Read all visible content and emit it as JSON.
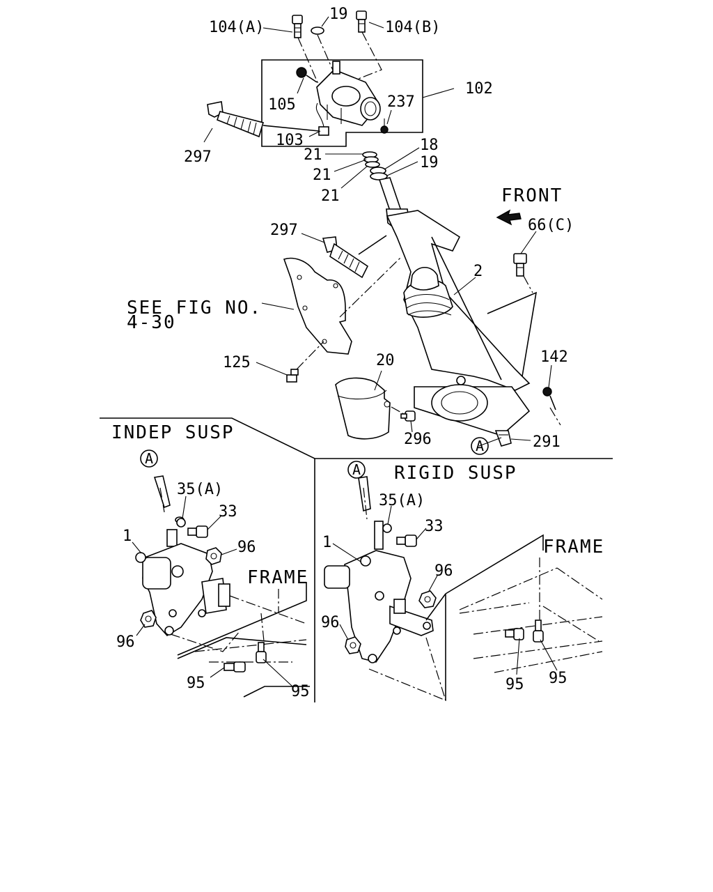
{
  "callouts": {
    "p104a": "104(A)",
    "p19_top": "19",
    "p104b": "104(B)",
    "p102": "102",
    "p105": "105",
    "p237": "237",
    "p103": "103",
    "p297_top": "297",
    "p21_a": "21",
    "p21_b": "21",
    "p21_c": "21",
    "p18": "18",
    "p19_mid": "19",
    "p297_mid": "297",
    "p66c": "66(C)",
    "p2": "2",
    "p125": "125",
    "p20": "20",
    "p142": "142",
    "p296": "296",
    "p291": "291",
    "indep_p1": "1",
    "indep_p35a": "35(A)",
    "indep_p33": "33",
    "indep_p96a": "96",
    "indep_p96b": "96",
    "indep_p95a": "95",
    "indep_p95b": "95",
    "rigid_p1": "1",
    "rigid_p35a": "35(A)",
    "rigid_p33": "33",
    "rigid_p96a": "96",
    "rigid_p96b": "96",
    "rigid_p95a": "95",
    "rigid_p95b": "95"
  },
  "labels": {
    "front": "FRONT",
    "see_fig_line1": "SEE FIG NO.",
    "see_fig_line2": "4-30",
    "indep_susp": "INDEP SUSP",
    "rigid_susp": "RIGID SUSP",
    "frame_indep": "FRAME",
    "frame_rigid": "FRAME",
    "ref_a_main": "A",
    "ref_a_indep": "A",
    "ref_a_rigid": "A"
  }
}
